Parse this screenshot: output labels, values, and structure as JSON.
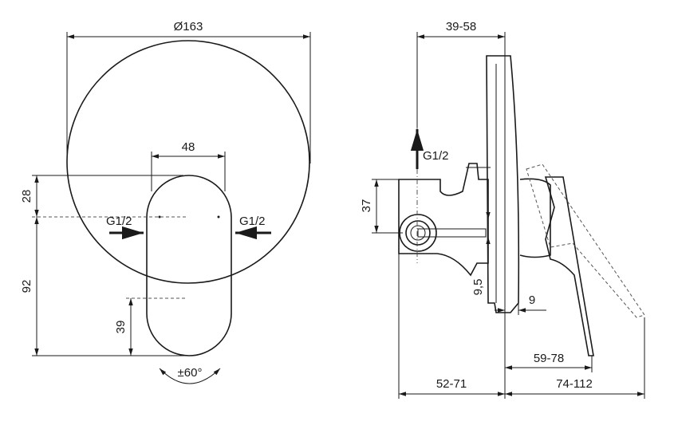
{
  "front_view": {
    "diameter": "Ø163",
    "handle_width": "48",
    "upper_offset": "28",
    "lower_offset": "92",
    "handle_lower": "39",
    "inlet_left": "G1/2",
    "inlet_right": "G1/2",
    "rotation": "±60°"
  },
  "side_view": {
    "wall_depth": "39-58",
    "outlet": "G1/2",
    "body_height": "37",
    "plate_gap": "9,5",
    "plate_thickness": "9",
    "lever_reach": "59-78",
    "body_depth": "52-71",
    "total_projection": "74-112"
  }
}
